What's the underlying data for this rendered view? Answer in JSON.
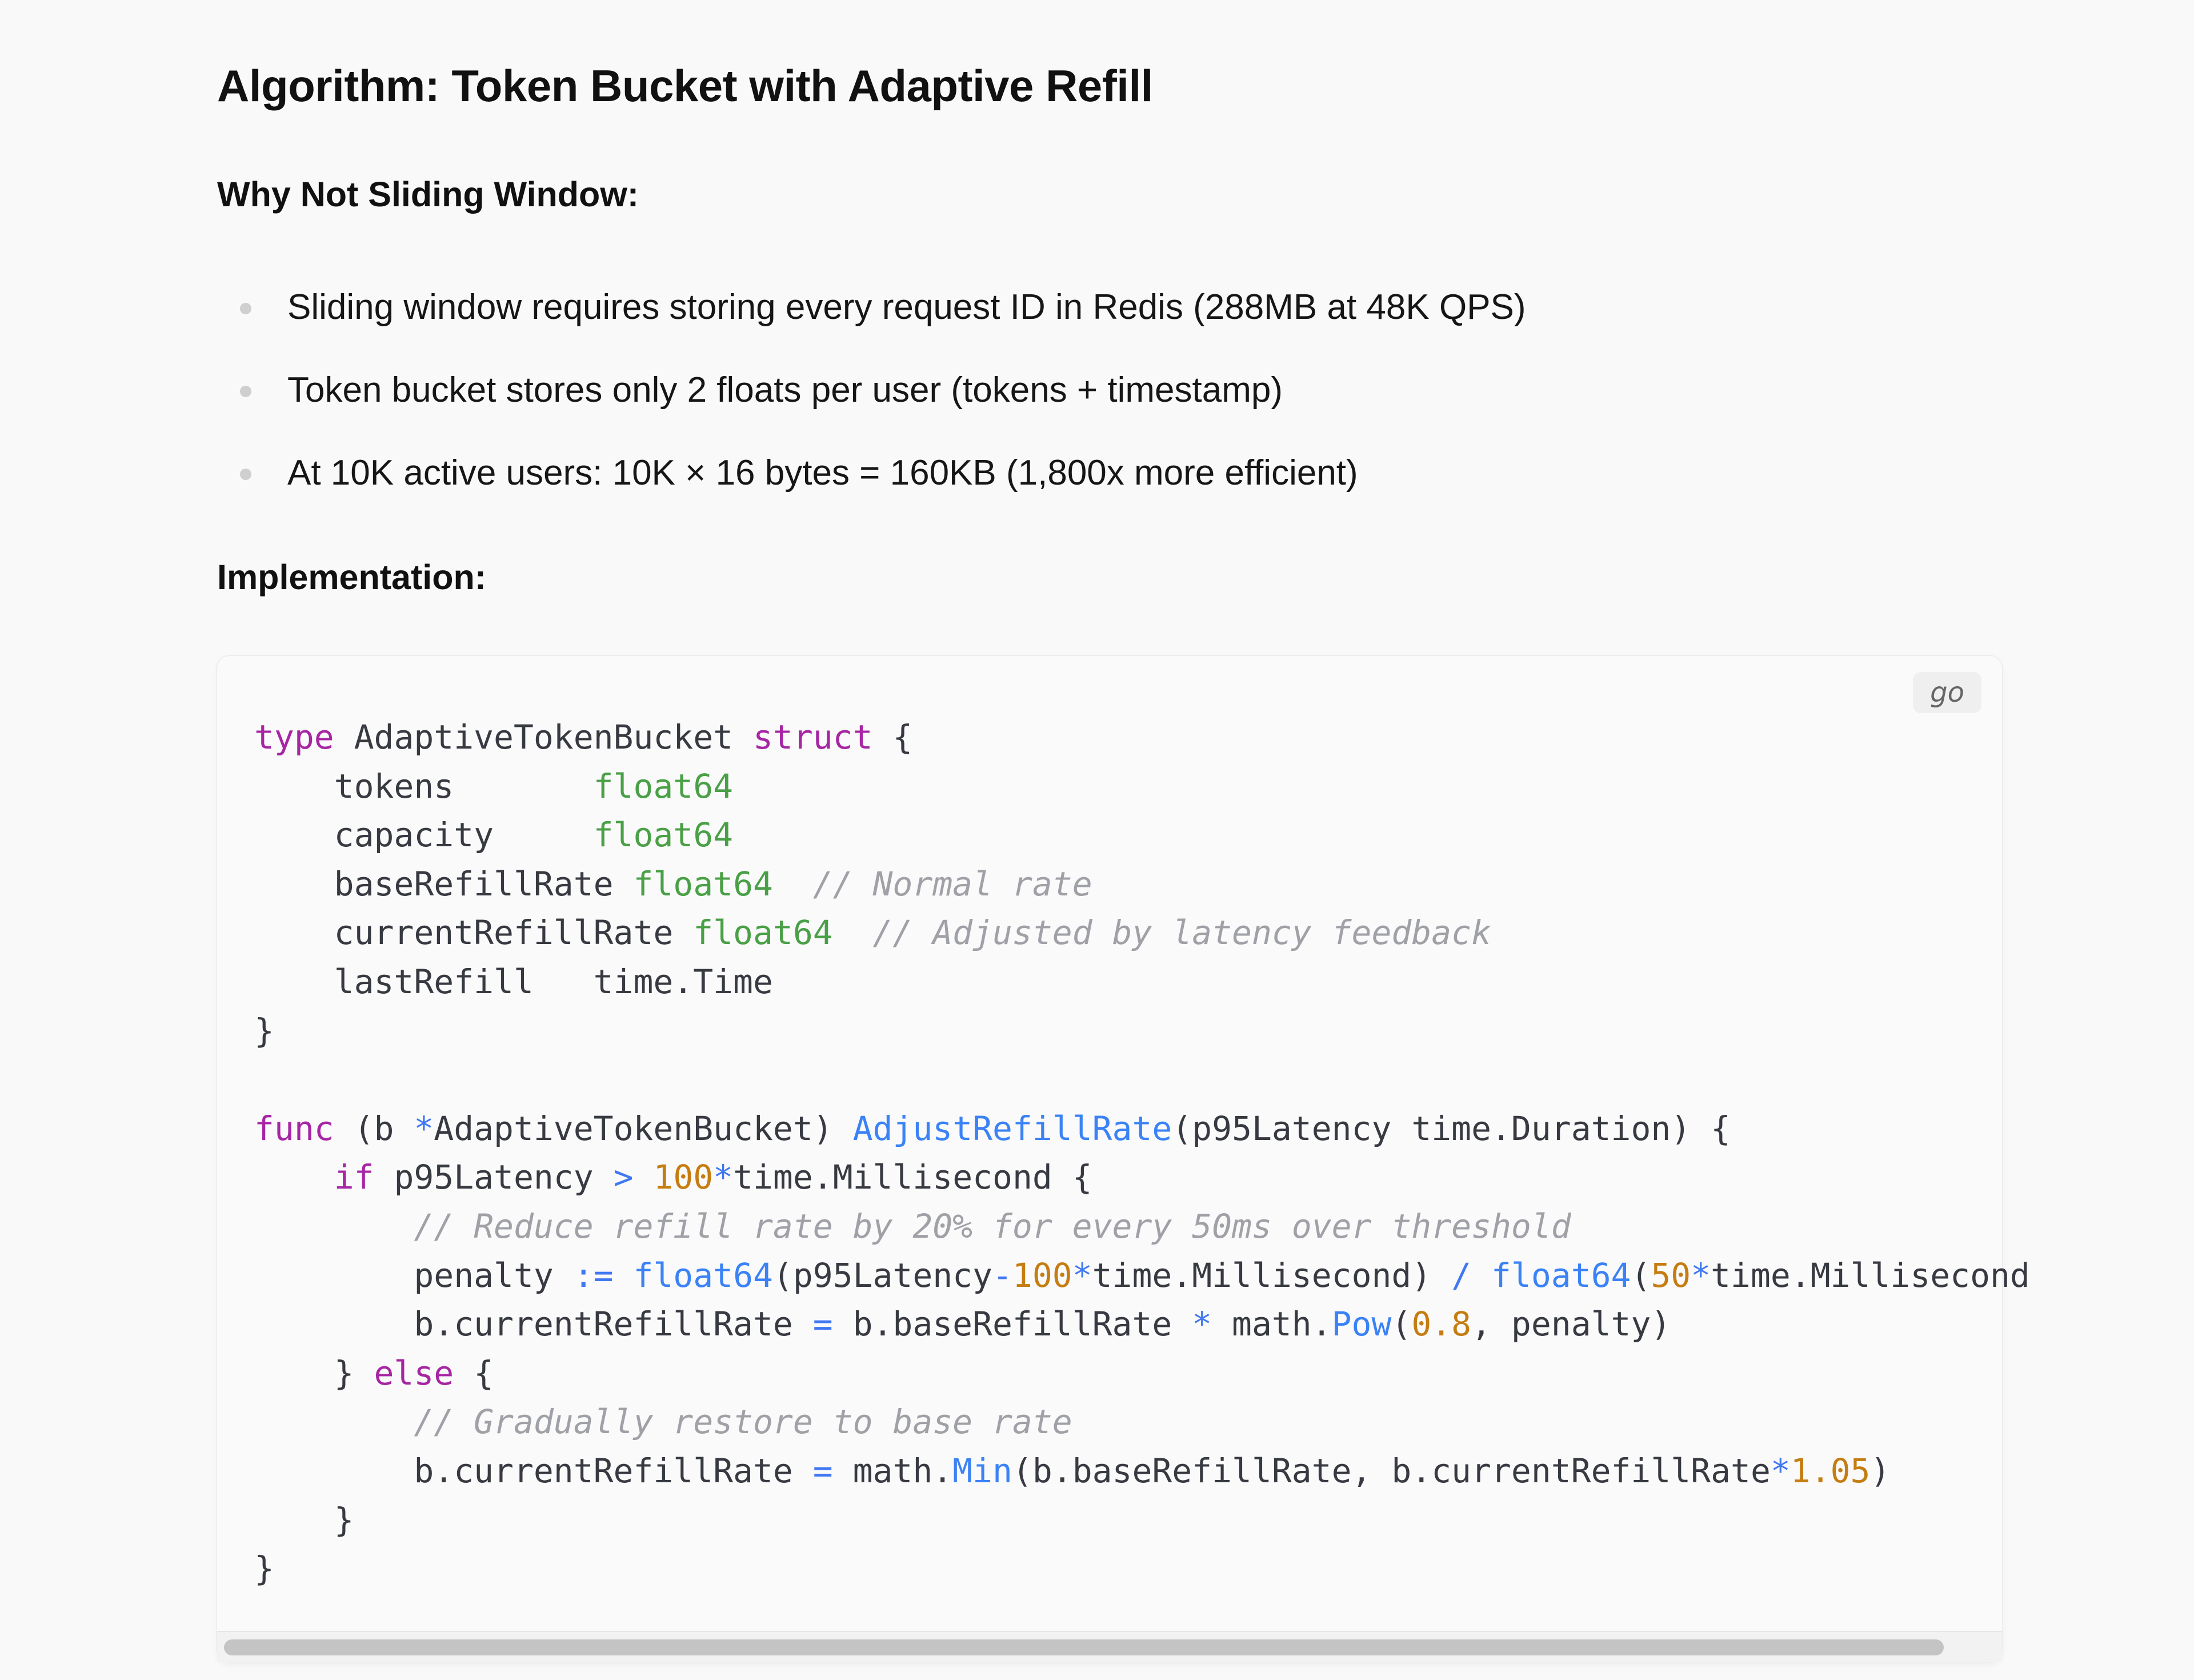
{
  "heading": "Algorithm: Token Bucket with Adaptive Refill",
  "why_heading": "Why Not Sliding Window:",
  "bullets": [
    "Sliding window requires storing every request ID in Redis (288MB at 48K QPS)",
    "Token bucket stores only 2 floats per user (tokens + timestamp)",
    "At 10K active users: 10K × 16 bytes = 160KB (1,800x more efficient)"
  ],
  "implementation_heading": "Implementation:",
  "code_block": {
    "language": "go",
    "lines": [
      "type AdaptiveTokenBucket struct {",
      "    tokens       float64",
      "    capacity     float64",
      "    baseRefillRate float64  // Normal rate",
      "    currentRefillRate float64  // Adjusted by latency feedback",
      "    lastRefill   time.Time",
      "}",
      "",
      "func (b *AdaptiveTokenBucket) AdjustRefillRate(p95Latency time.Duration) {",
      "    if p95Latency > 100*time.Millisecond {",
      "        // Reduce refill rate by 20% for every 50ms over threshold",
      "        penalty := float64(p95Latency-100*time.Millisecond) / float64(50*time.Millisecond",
      "        b.currentRefillRate = b.baseRefillRate * math.Pow(0.8, penalty)",
      "    } else {",
      "        // Gradually restore to base rate",
      "        b.currentRefillRate = math.Min(b.baseRefillRate, b.currentRefillRate*1.05)",
      "    }",
      "}"
    ]
  },
  "syntax_colors": {
    "keyword": "#a626a4",
    "type": "#4aa046",
    "comment": "#a0a1a7",
    "function": "#3b82f6",
    "operator": "#4078f2",
    "number": "#c57d12"
  }
}
